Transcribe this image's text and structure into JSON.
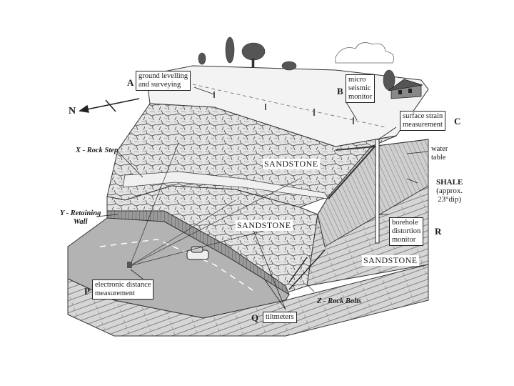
{
  "labels": {
    "A": "A",
    "B": "B",
    "C": "C",
    "P": "P",
    "Q": "Q",
    "R": "R",
    "north": "N"
  },
  "boxes": {
    "ground_levelling": "ground levelling\nand surveying",
    "micro_seismic": "micro\nseismic\nmonitor",
    "surface_strain": "surface strain\nmeasurement",
    "borehole": "borehole\ndistortion\nmonitor",
    "edm": "electronic distance\nmeasurement",
    "tiltmeters": "tiltmeters"
  },
  "features": {
    "rock_step": "X - Rock Step",
    "retaining_wall_line1": "Y - Retaining",
    "retaining_wall_line2": "Wall",
    "rock_bolts": "Z - Rock Bolts",
    "water_table_line1": "water",
    "water_table_line2": "table",
    "shale": "SHALE",
    "shale_dip_line1": "(approx.",
    "shale_dip_line2": "23°dip)"
  },
  "strata": {
    "sandstone_upper": "SANDSTONE",
    "sandstone_middle": "SANDSTONE",
    "sandstone_lower": "SANDSTONE"
  },
  "colors": {
    "ink": "#1a1a1a",
    "rock_face": "#d8d8d8",
    "shale_band": "#bdbdbd",
    "road": "#a9a9a9",
    "wall": "#8a8a8a"
  }
}
